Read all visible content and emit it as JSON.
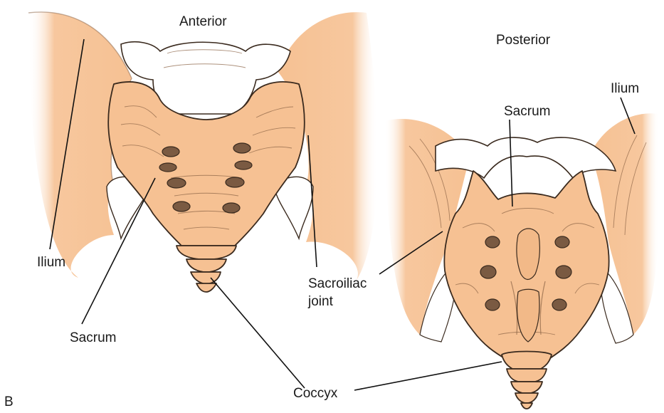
{
  "figure": {
    "panel_letter": "B",
    "views": {
      "anterior": "Anterior",
      "posterior": "Posterior"
    },
    "labels": {
      "ilium_anterior": "Ilium",
      "sacrum_anterior": "Sacrum",
      "sacroiliac_line1": "Sacroiliac",
      "sacroiliac_line2": "joint",
      "coccyx": "Coccyx",
      "sacrum_posterior": "Sacrum",
      "ilium_posterior": "Ilium"
    },
    "colors": {
      "bone": "#f6c193",
      "ilium_shade": "#f3b98a",
      "outline": "#3a2a1e"
    }
  }
}
